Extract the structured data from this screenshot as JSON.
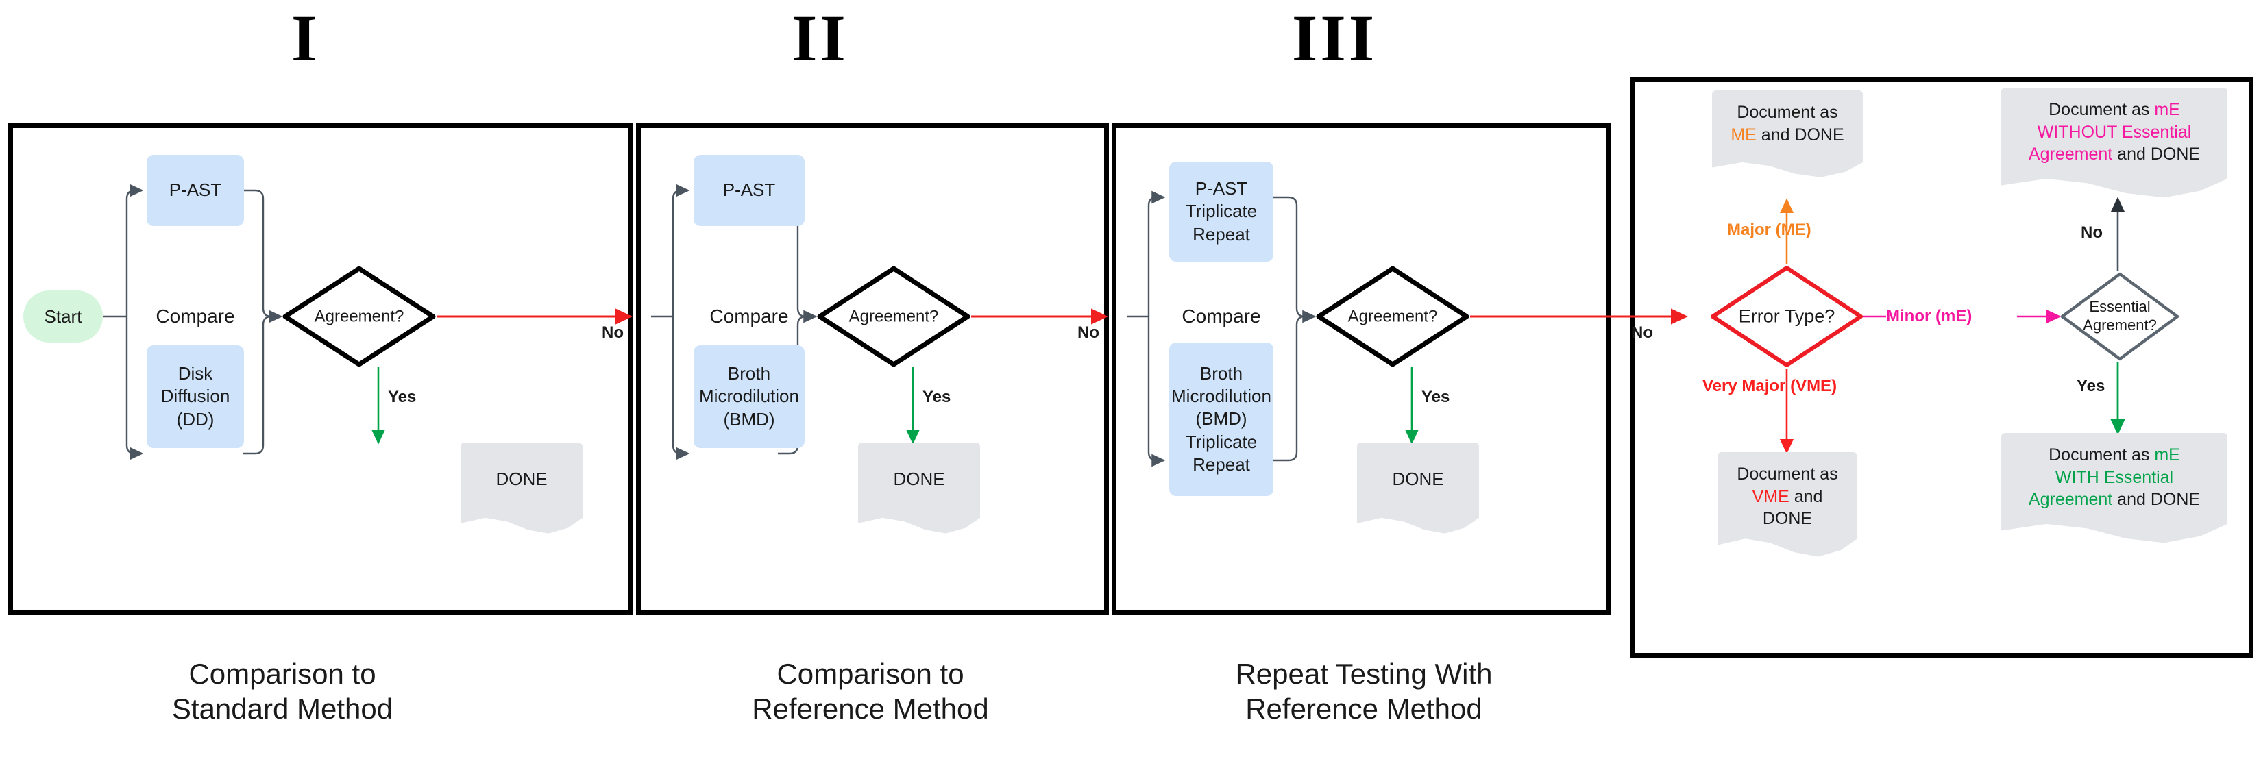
{
  "figure": {
    "title": "Antimicrobial susceptibility testing comparison and error classification workflow",
    "colors": {
      "blue_box": "#cfe4fb",
      "start_green": "#d6f5dd",
      "document_gray": "#e3e5e8",
      "panel_border": "#000000",
      "arrow_gray": "#5b6670",
      "yes_green": "#00a34a",
      "no_red": "#f02020",
      "error_red": "#ee1c25",
      "minor_pink": "#f5179f",
      "major_orange": "#f5821f",
      "vme_red": "#fb2020",
      "ea_green": "#00a34a",
      "diamond_gray": "#5b6670"
    }
  },
  "numerals": [
    {
      "label": "I"
    },
    {
      "label": "II"
    },
    {
      "label": "III"
    }
  ],
  "captions": [
    {
      "text": "Comparison to\nStandard Method"
    },
    {
      "text": "Comparison to\nReference Method"
    },
    {
      "text": "Repeat Testing With\nReference Method"
    }
  ],
  "panel1": {
    "start": "Start",
    "method_top": "P-AST",
    "method_bottom": "Disk\nDiffusion\n(DD)",
    "compare": "Compare",
    "decision": "Agreement?",
    "yes_label": "Yes",
    "done": "DONE",
    "no_label": "No"
  },
  "panel2": {
    "method_top": "P-AST",
    "method_bottom": "Broth\nMicrodilution\n(BMD)",
    "compare": "Compare",
    "decision": "Agreement?",
    "yes_label": "Yes",
    "done": "DONE",
    "no_label": "No"
  },
  "panel3": {
    "method_top": "P-AST\nTriplicate\nRepeat",
    "method_bottom": "Broth\nMicrodilution\n(BMD)\nTriplicate\nRepeat",
    "compare": "Compare",
    "decision": "Agreement?",
    "yes_label": "Yes",
    "done": "DONE",
    "no_label": "No"
  },
  "panel4": {
    "error_decision": "Error Type?",
    "branch_major": "Major (ME)",
    "branch_very_major": "Very Major (VME)",
    "branch_minor": "Minor (mE)",
    "doc_me": {
      "line1_plain": "Document as",
      "line2_accent": "ME",
      "line2_plain": " and DONE"
    },
    "doc_vme": {
      "line1_plain": "Document as",
      "line2_accent": "VME",
      "line2_plain": " and",
      "line3_plain": "DONE"
    },
    "ea_decision": "Essential\nAgrement?",
    "ea_no_label": "No",
    "ea_yes_label": "Yes",
    "doc_me_without": {
      "plain1": "Document as ",
      "accent1": "mE",
      "accent2": "WITHOUT Essential",
      "accent3": "Agreement",
      "plain2": " and DONE"
    },
    "doc_me_with": {
      "plain1": "Document as ",
      "accent1": "mE",
      "accent2": "WITH Essential",
      "accent3": "Agreement",
      "plain2": " and DONE"
    }
  }
}
